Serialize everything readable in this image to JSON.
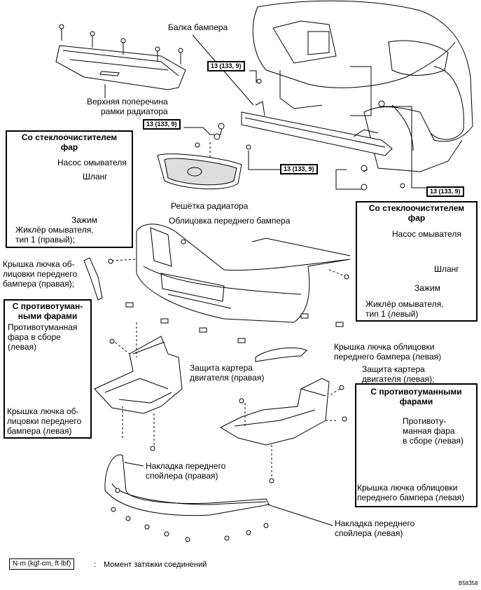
{
  "labels": {
    "bumper_beam": "Балка бампера",
    "upper_crossmember": "Верхняя поперечина\nрамки радиатора",
    "radiator_grille": "Решётка радиатора",
    "front_bumper_cover": "Облицовка переднего бампера",
    "cover_lid_right": "Крышка лючка об-\nлицовки переднего\nбампера (правая);",
    "cover_lid_left_mid": "Крышка лючка облицовки\nпереднего бампера (левая)",
    "engine_guard_right": "Защита картера\nдвигателя (правая)",
    "engine_guard_left": "Защита картера\nдвигателя (левая);",
    "spoiler_right": "Накладка переднего\nспойлера (правая)",
    "spoiler_left": "Накладка переднего\nспойлера (левая)",
    "legend_desc": "Момент затяжки соединений",
    "image_code": "B58358"
  },
  "torque_label": "13 (133, 9)",
  "legend_box": "N·m (kgf·cm, ft·lbf)",
  "legend_colon": ":",
  "inset_washer_right": {
    "title": "Со стеклоочистителем\nфар",
    "pump": "Насос омывателя",
    "hose": "Шланг",
    "clip": "Зажим",
    "nozzle": "Жиклёр омывателя,\nтип 1 (правый);"
  },
  "inset_washer_left": {
    "title": "Со стеклоочистителем\nфар",
    "pump": "Насос омывателя",
    "hose": "Шланг",
    "clip": "Зажим",
    "nozzle": "Жиклёр омывателя,\nтип 1 (левый)"
  },
  "inset_fog_left_a": {
    "title": "С противотуман-\nными фарами",
    "lamp": "Противотуманная\nфара в сборе\n(левая)",
    "cover": "Крышка лючка об-\nлицовки переднего\nбампера (левая)"
  },
  "inset_fog_left_b": {
    "title": "С противотуманными\nфарами",
    "lamp": "Противоту-\nманная фара\nв сборе (левая)",
    "cover": "Крышка лючка облицовки\nпереднего бампера (левая)"
  }
}
